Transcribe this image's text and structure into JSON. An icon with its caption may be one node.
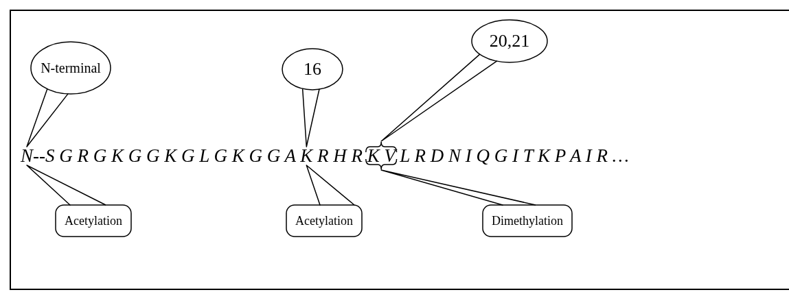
{
  "diagram": {
    "nodes": [
      {
        "text": [
          "N-terminal"
        ]
      },
      {
        "text": [
          "16"
        ]
      },
      {
        "text": [
          "20,21"
        ]
      },
      {
        "text": [
          "N--S G R G K G G K G L G K G G A K R H R K V L R D N I Q G I T K P A I R …"
        ]
      },
      {
        "text": [],
        "shape": "bracket"
      },
      {
        "text": [],
        "shape": "bracket"
      },
      {
        "text": [
          "Acetylation"
        ]
      },
      {
        "text": [
          "Acetylation"
        ]
      },
      {
        "text": [
          "Dimethylation"
        ]
      }
    ],
    "edges": [
      {
        "from": 0,
        "to": 3,
        "arrow": "none"
      },
      {
        "from": 1,
        "to": 3,
        "arrow": "none"
      },
      {
        "from": 2,
        "to": 4,
        "arrow": "none"
      },
      {
        "from": 6,
        "to": 3,
        "arrow": "none"
      },
      {
        "from": 7,
        "to": 3,
        "arrow": "none"
      },
      {
        "from": 8,
        "to": 5,
        "arrow": "none"
      }
    ]
  }
}
